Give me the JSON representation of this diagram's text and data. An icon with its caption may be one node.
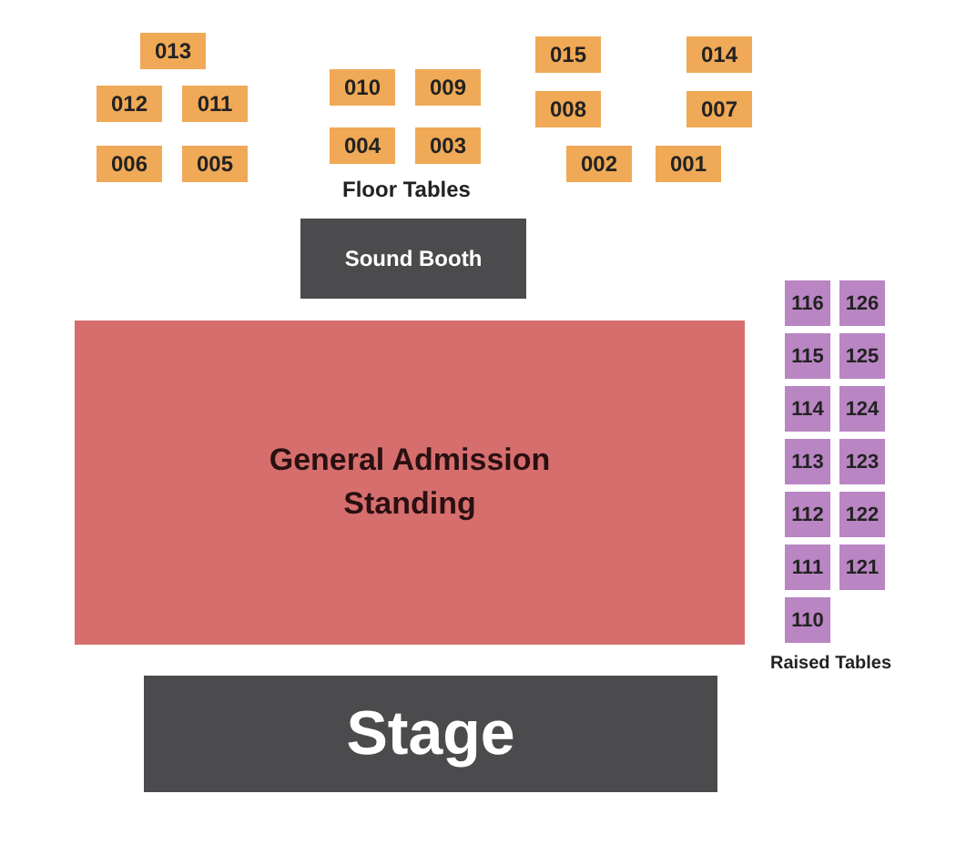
{
  "diagram": {
    "nodes": [
      {
        "text": [
          "013"
        ]
      },
      {
        "text": [
          "015"
        ]
      },
      {
        "text": [
          "014"
        ]
      },
      {
        "text": [
          "010"
        ]
      },
      {
        "text": [
          "009"
        ]
      },
      {
        "text": [
          "012"
        ]
      },
      {
        "text": [
          "011"
        ]
      },
      {
        "text": [
          "008"
        ]
      },
      {
        "text": [
          "007"
        ]
      },
      {
        "text": [
          "004"
        ]
      },
      {
        "text": [
          "003"
        ]
      },
      {
        "text": [
          "006"
        ]
      },
      {
        "text": [
          "005"
        ]
      },
      {
        "text": [
          "002"
        ]
      },
      {
        "text": [
          "001"
        ]
      },
      {
        "text": [
          "Sound Booth"
        ]
      },
      {
        "text": [
          "General Admission Standing"
        ]
      },
      {
        "text": [
          "116"
        ]
      },
      {
        "text": [
          "126"
        ]
      },
      {
        "text": [
          "115"
        ]
      },
      {
        "text": [
          "125"
        ]
      },
      {
        "text": [
          "114"
        ]
      },
      {
        "text": [
          "124"
        ]
      },
      {
        "text": [
          "113"
        ]
      },
      {
        "text": [
          "123"
        ]
      },
      {
        "text": [
          "112"
        ]
      },
      {
        "text": [
          "122"
        ]
      },
      {
        "text": [
          "111"
        ]
      },
      {
        "text": [
          "121"
        ]
      },
      {
        "text": [
          "110"
        ]
      },
      {
        "text": [
          "Stage"
        ]
      }
    ],
    "labels": [
      "Floor Tables",
      "Raised Tables"
    ]
  }
}
